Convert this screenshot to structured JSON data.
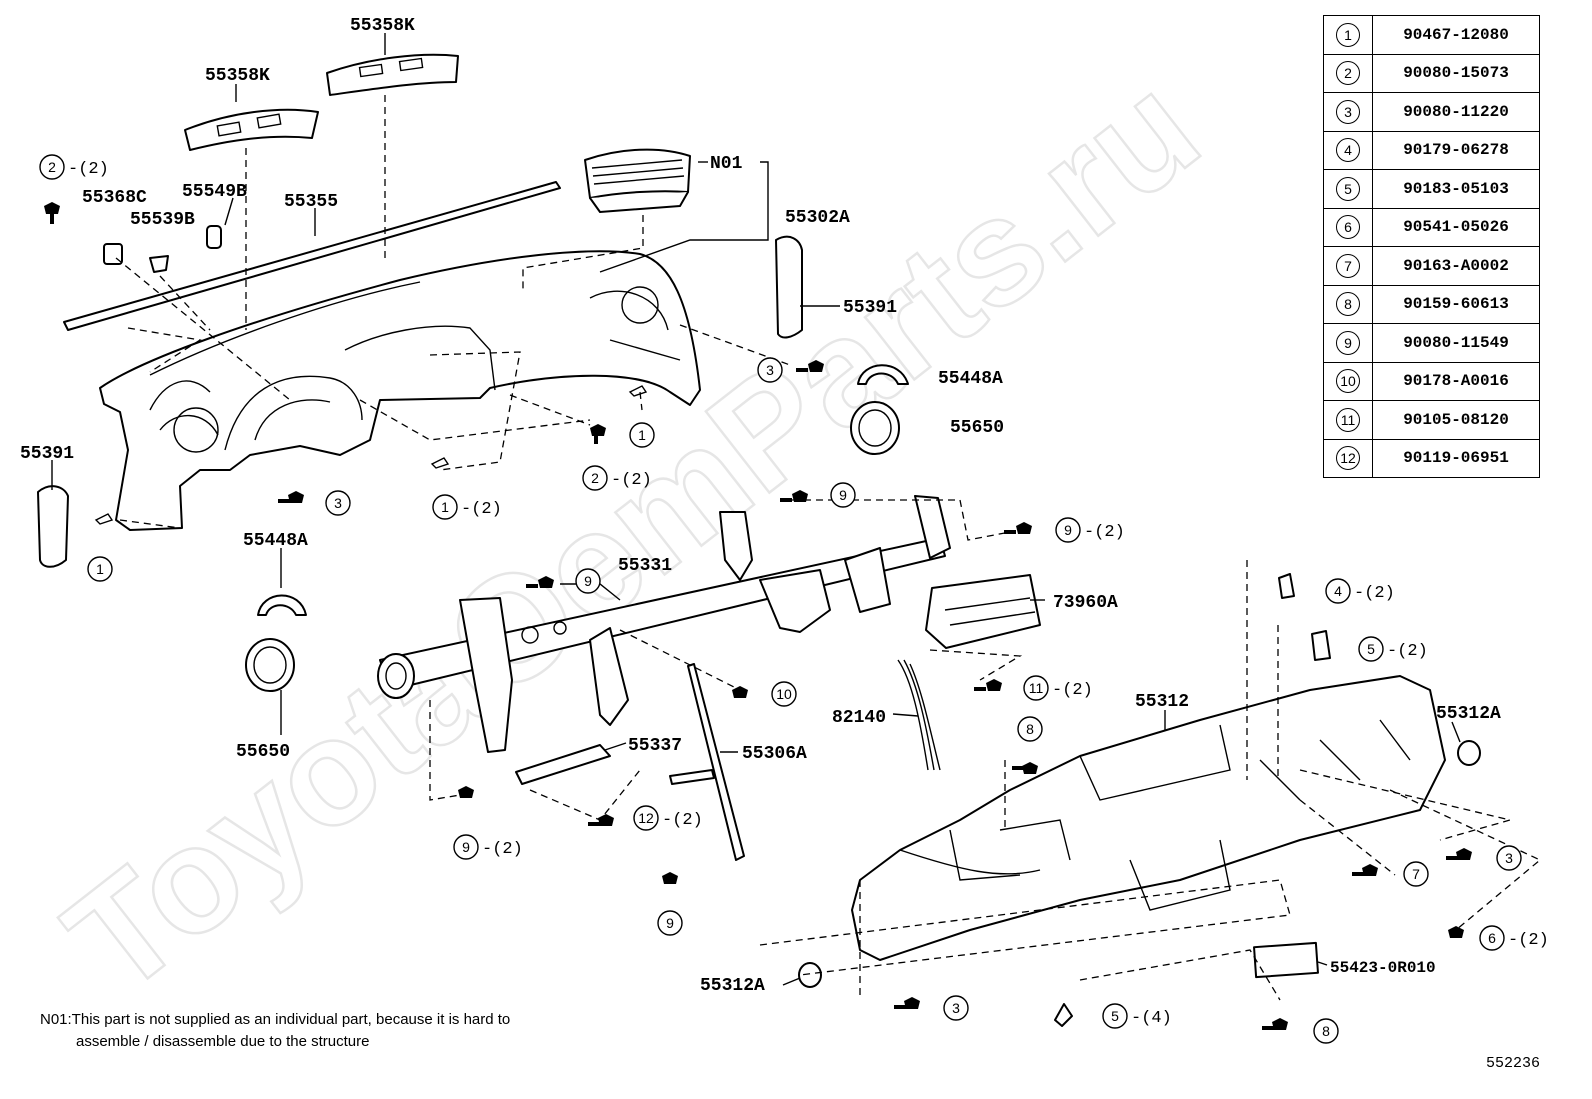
{
  "watermark": "ToyotaOemParts.ru",
  "labels": {
    "p55358K_a": "55358K",
    "p55358K_b": "55358K",
    "pN01": "N01",
    "p55302A": "55302A",
    "p55368C": "55368C",
    "p55549B": "55549B",
    "p55539B": "55539B",
    "p55355": "55355",
    "p55391_r": "55391",
    "p55391_l": "55391",
    "p55448A_r": "55448A",
    "p55448A_l": "55448A",
    "p55650_r": "55650",
    "p55650_l": "55650",
    "p55331": "55331",
    "p73960A": "73960A",
    "p82140": "82140",
    "p55337": "55337",
    "p55306A": "55306A",
    "p55312": "55312",
    "p55312A_r": "55312A",
    "p55312A_l": "55312A",
    "p55423": "55423-0R010"
  },
  "callouts": [
    {
      "num": "2",
      "qty": "-(2)"
    },
    {
      "num": "3",
      "qty": ""
    },
    {
      "num": "1",
      "qty": ""
    },
    {
      "num": "2",
      "qty": "-(2)"
    },
    {
      "num": "3",
      "qty": ""
    },
    {
      "num": "1",
      "qty": "-(2)"
    },
    {
      "num": "1",
      "qty": ""
    },
    {
      "num": "9",
      "qty": ""
    },
    {
      "num": "9",
      "qty": "-(2)"
    },
    {
      "num": "9",
      "qty": ""
    },
    {
      "num": "10",
      "qty": ""
    },
    {
      "num": "11",
      "qty": "-(2)"
    },
    {
      "num": "4",
      "qty": "-(2)"
    },
    {
      "num": "5",
      "qty": "-(2)"
    },
    {
      "num": "8",
      "qty": ""
    },
    {
      "num": "9",
      "qty": "-(2)"
    },
    {
      "num": "12",
      "qty": "-(2)"
    },
    {
      "num": "9",
      "qty": ""
    },
    {
      "num": "3",
      "qty": ""
    },
    {
      "num": "7",
      "qty": ""
    },
    {
      "num": "6",
      "qty": "-(2)"
    },
    {
      "num": "3",
      "qty": ""
    },
    {
      "num": "5",
      "qty": "-(4)"
    },
    {
      "num": "8",
      "qty": ""
    }
  ],
  "parts_table": [
    {
      "num": "1",
      "part": "90467-12080"
    },
    {
      "num": "2",
      "part": "90080-15073"
    },
    {
      "num": "3",
      "part": "90080-11220"
    },
    {
      "num": "4",
      "part": "90179-06278"
    },
    {
      "num": "5",
      "part": "90183-05103"
    },
    {
      "num": "6",
      "part": "90541-05026"
    },
    {
      "num": "7",
      "part": "90163-A0002"
    },
    {
      "num": "8",
      "part": "90159-60613"
    },
    {
      "num": "9",
      "part": "90080-11549"
    },
    {
      "num": "10",
      "part": "90178-A0016"
    },
    {
      "num": "11",
      "part": "90105-08120"
    },
    {
      "num": "12",
      "part": "90119-06951"
    }
  ],
  "note": {
    "line1": "N01:This part is not supplied as an individual part, because it is hard to",
    "line2": "assemble / disassemble due to the structure"
  },
  "diagram_id": "552236"
}
